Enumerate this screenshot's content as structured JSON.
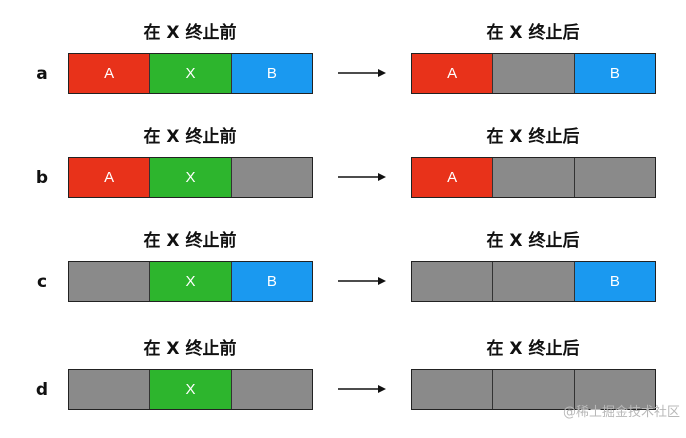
{
  "captions": {
    "before": "在 X 终止前",
    "after": "在 X 终止后"
  },
  "colors": {
    "red": "#e8321a",
    "green": "#2db52d",
    "blue": "#1a99f0",
    "gray": "#8a8a8a"
  },
  "rows": [
    {
      "label": "a",
      "before": [
        {
          "text": "A",
          "color": "red"
        },
        {
          "text": "X",
          "color": "green"
        },
        {
          "text": "B",
          "color": "blue"
        }
      ],
      "after": [
        {
          "text": "A",
          "color": "red"
        },
        {
          "text": "",
          "color": "gray"
        },
        {
          "text": "B",
          "color": "blue"
        }
      ]
    },
    {
      "label": "b",
      "before": [
        {
          "text": "A",
          "color": "red"
        },
        {
          "text": "X",
          "color": "green"
        },
        {
          "text": "",
          "color": "gray"
        }
      ],
      "after": [
        {
          "text": "A",
          "color": "red"
        },
        {
          "text": "",
          "color": "gray"
        },
        {
          "text": "",
          "color": "gray"
        }
      ]
    },
    {
      "label": "c",
      "before": [
        {
          "text": "",
          "color": "gray"
        },
        {
          "text": "X",
          "color": "green"
        },
        {
          "text": "B",
          "color": "blue"
        }
      ],
      "after": [
        {
          "text": "",
          "color": "gray"
        },
        {
          "text": "",
          "color": "gray"
        },
        {
          "text": "B",
          "color": "blue"
        }
      ]
    },
    {
      "label": "d",
      "before": [
        {
          "text": "",
          "color": "gray"
        },
        {
          "text": "X",
          "color": "green"
        },
        {
          "text": "",
          "color": "gray"
        }
      ],
      "after": [
        {
          "text": "",
          "color": "gray"
        },
        {
          "text": "",
          "color": "gray"
        },
        {
          "text": "",
          "color": "gray"
        }
      ]
    }
  ],
  "watermark": "@稀土掘金技术社区"
}
